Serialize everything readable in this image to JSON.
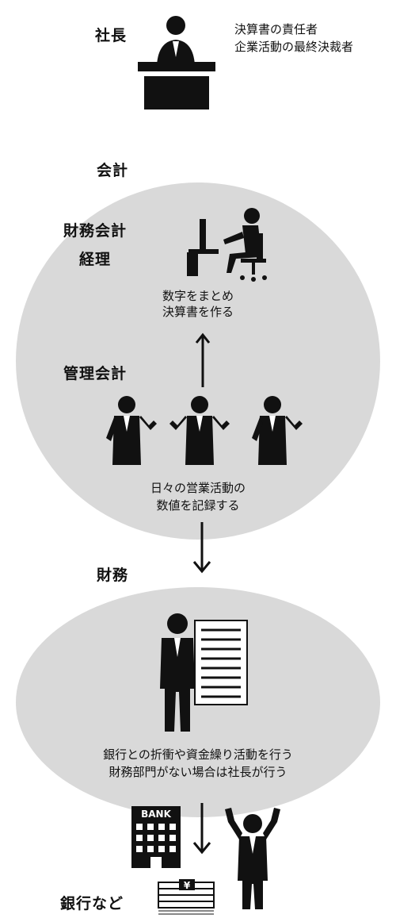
{
  "president": {
    "label": "社長",
    "desc_line1": "決算書の責任者",
    "desc_line2": "企業活動の最終決裁者"
  },
  "accounting": {
    "label": "会計",
    "financial_accounting": "財務会計",
    "keiri": "経理",
    "keiri_task_line1": "数字をまとめ",
    "keiri_task_line2": "決算書を作る",
    "management_accounting": "管理会計",
    "daily_line1": "日々の営業活動の",
    "daily_line2": "数値を記録する"
  },
  "finance": {
    "label": "財務",
    "task_line1": "銀行との折衝や資金繰り活動を行う",
    "task_line2": "財務部門がない場合は社長が行う"
  },
  "bank": {
    "sign": "BANK",
    "label": "銀行など",
    "yen_symbol": "¥"
  },
  "colors": {
    "circle_fill": "#d9d9d9",
    "figure": "#111111"
  }
}
